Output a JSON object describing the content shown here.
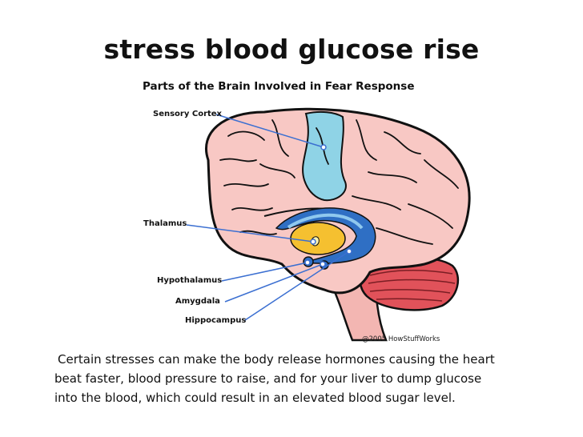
{
  "slide": {
    "title": "stress blood glucose rise"
  },
  "figure": {
    "title": "Parts of the Brain Involved in Fear Response",
    "labels": {
      "sensory_cortex": "Sensory Cortex",
      "thalamus": "Thalamus",
      "hypothalamus": "Hypothalamus",
      "amygdala": "Amygdala",
      "hippocampus": "Hippocampus"
    },
    "credit": "@2005 HowStuffWorks",
    "colors": {
      "brain": "#f8c8c4",
      "sensory_cortex": "#8fd3e6",
      "thalamus": "#f5c030",
      "limbic_blue": "#2f6fc4",
      "cerebellum": "#e1525a",
      "brainstem": "#f3b6b2"
    }
  },
  "caption": {
    "line1": "Certain stresses can make the body release hormones causing the heart",
    "line2": "beat faster, blood pressure to raise, and for your liver to dump glucose",
    "line3": "into the blood, which could result in an elevated blood sugar level."
  }
}
